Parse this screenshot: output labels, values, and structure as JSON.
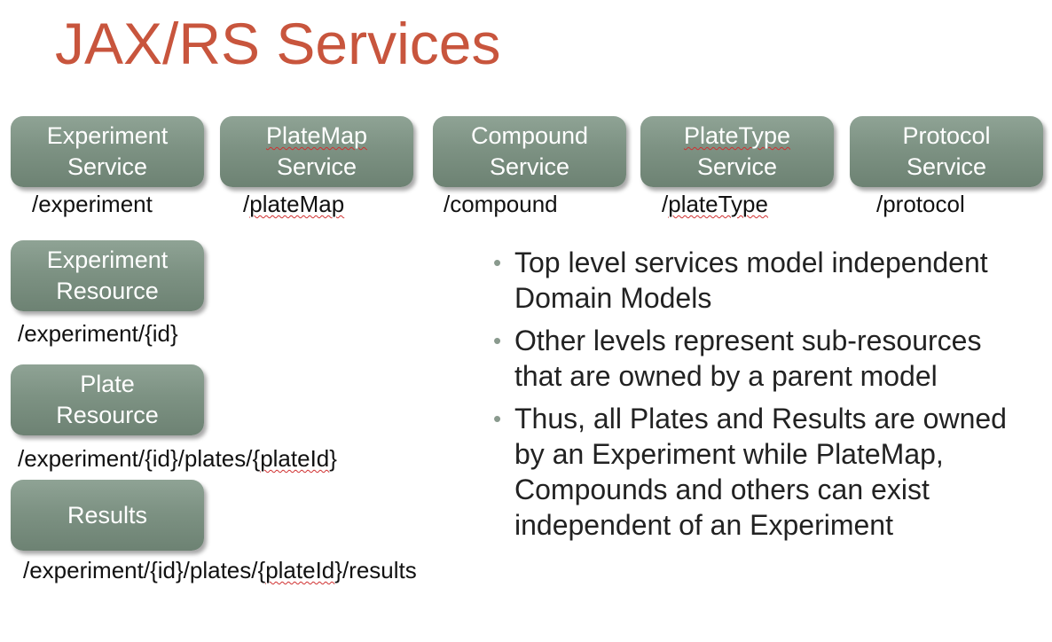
{
  "title": "JAX/RS Services",
  "services": [
    {
      "line1": "Experiment",
      "line2": "Service",
      "path": "/experiment"
    },
    {
      "line1": "PlateMap",
      "line2": "Service",
      "path": "/plateMap"
    },
    {
      "line1": "Compound",
      "line2": "Service",
      "path": "/compound"
    },
    {
      "line1": "PlateType",
      "line2": "Service",
      "path": "/plateType"
    },
    {
      "line1": "Protocol",
      "line2": "Service",
      "path": "/protocol"
    }
  ],
  "resources": [
    {
      "line1": "Experiment",
      "line2": "Resource",
      "path": "/experiment/{id}"
    },
    {
      "line1": "Plate",
      "line2": "Resource",
      "path_parts": [
        "/experiment/{id}/plates/{",
        "plateId",
        "}"
      ]
    },
    {
      "line1": "Results",
      "path_parts": [
        "/experiment/{id}/plates/{",
        "plateId",
        "}/results"
      ]
    }
  ],
  "bullets": [
    "Top level services model independent Domain Models",
    "Other levels represent sub-resources that are owned by a parent model",
    "Thus, all Plates and Results are owned by an Experiment while PlateMap, Compounds and others can exist independent of an Experiment"
  ],
  "colors": {
    "title": "#c8553d",
    "box": "#7d9283"
  }
}
